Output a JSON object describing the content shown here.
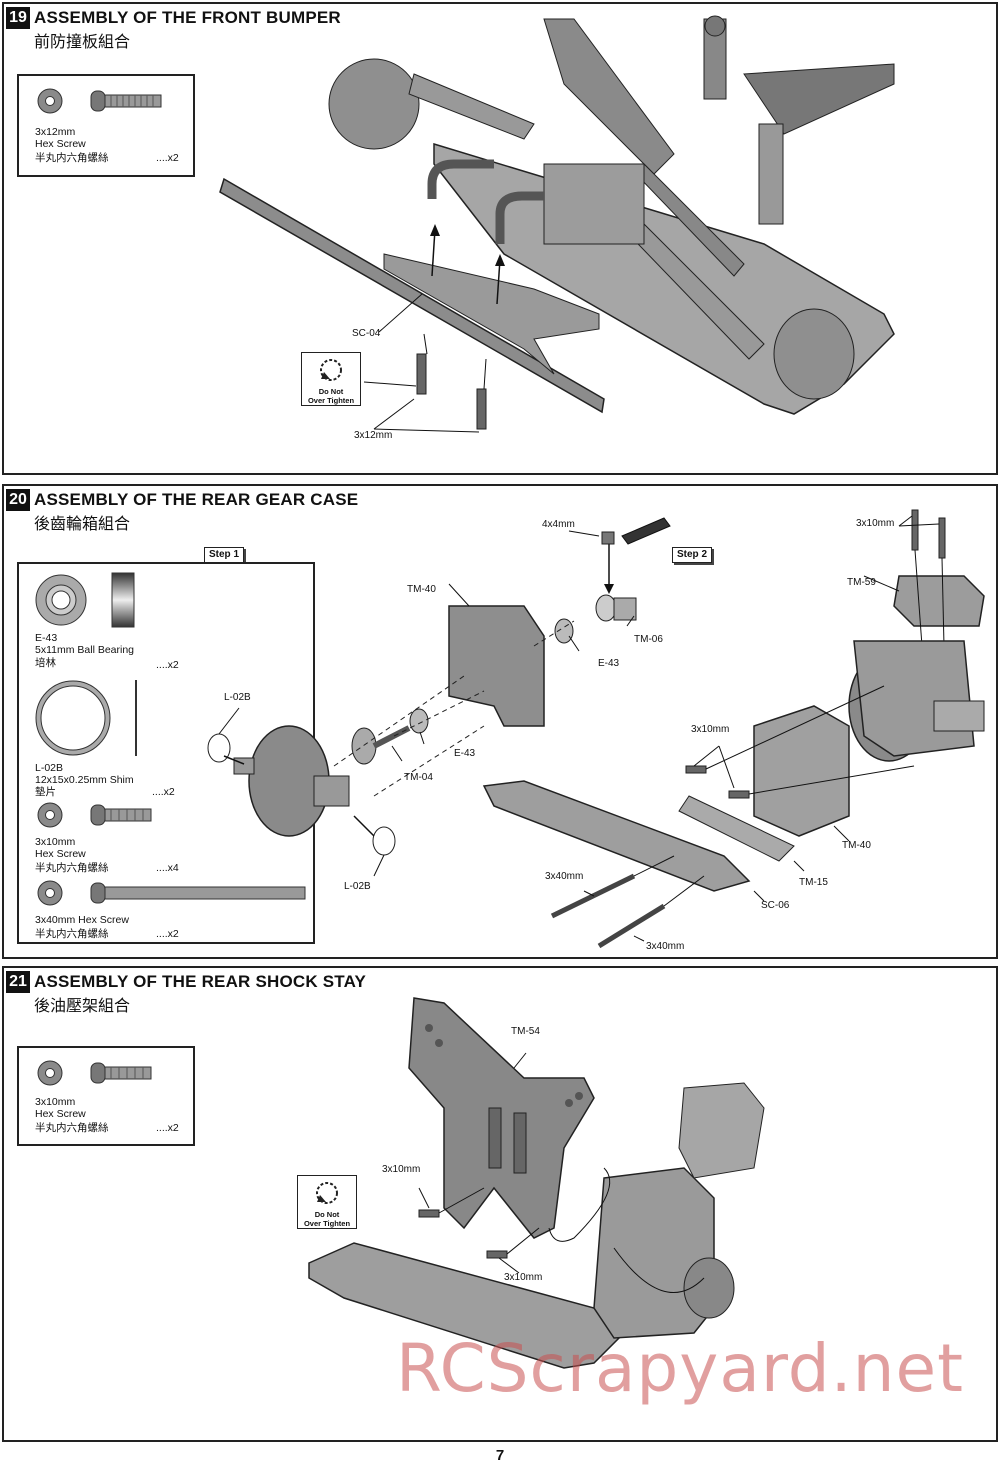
{
  "page_number": "7",
  "watermark": "RCScrapyard.net",
  "steps": [
    {
      "number": "19",
      "title": "ASSEMBLY OF THE FRONT BUMPER",
      "subtitle": "前防撞板組合",
      "parts": [
        {
          "size": "3x12mm",
          "name": "Hex Screw",
          "cn": "半丸内六角螺絲",
          "qty": "....x2"
        }
      ],
      "callouts": [
        "SC-04",
        "3x12mm"
      ],
      "warning": {
        "line1": "Do Not",
        "line2": "Over Tighten"
      }
    },
    {
      "number": "20",
      "title": "ASSEMBLY OF THE REAR GEAR CASE",
      "subtitle": "後齒輪箱組合",
      "step_tags": [
        "Step 1",
        "Step 2"
      ],
      "parts": [
        {
          "size": "E-43",
          "name": "5x11mm Ball Bearing",
          "cn": "培林",
          "qty": "....x2"
        },
        {
          "size": "L-02B",
          "name": "12x15x0.25mm Shim",
          "cn": "墊片",
          "qty": "....x2"
        },
        {
          "size": "3x10mm",
          "name": "Hex Screw",
          "cn": "半丸内六角螺絲",
          "qty": "....x4"
        },
        {
          "size": "3x40mm Hex Screw",
          "name": "",
          "cn": "半丸内六角螺絲",
          "qty": "....x2"
        }
      ],
      "callouts": {
        "tm40_a": "TM-40",
        "l02b_a": "L-02B",
        "l02b_b": "L-02B",
        "tm04": "TM-04",
        "e43_a": "E-43",
        "e43_b": "E-43",
        "tm06": "TM-06",
        "screw4x4": "4x4mm",
        "screw10_a": "3x10mm",
        "screw10_b": "3x10mm",
        "tm59": "TM-59",
        "tm40_b": "TM-40",
        "tm15": "TM-15",
        "sc06": "SC-06",
        "screw40_a": "3x40mm",
        "screw40_b": "3x40mm"
      }
    },
    {
      "number": "21",
      "title": "ASSEMBLY OF THE REAR SHOCK STAY",
      "subtitle": "後油壓架組合",
      "parts": [
        {
          "size": "3x10mm",
          "name": "Hex Screw",
          "cn": "半丸内六角螺絲",
          "qty": "....x2"
        }
      ],
      "callouts": {
        "tm54": "TM-54",
        "screw_a": "3x10mm",
        "screw_b": "3x10mm"
      },
      "warning": {
        "line1": "Do Not",
        "line2": "Over Tighten"
      }
    }
  ]
}
